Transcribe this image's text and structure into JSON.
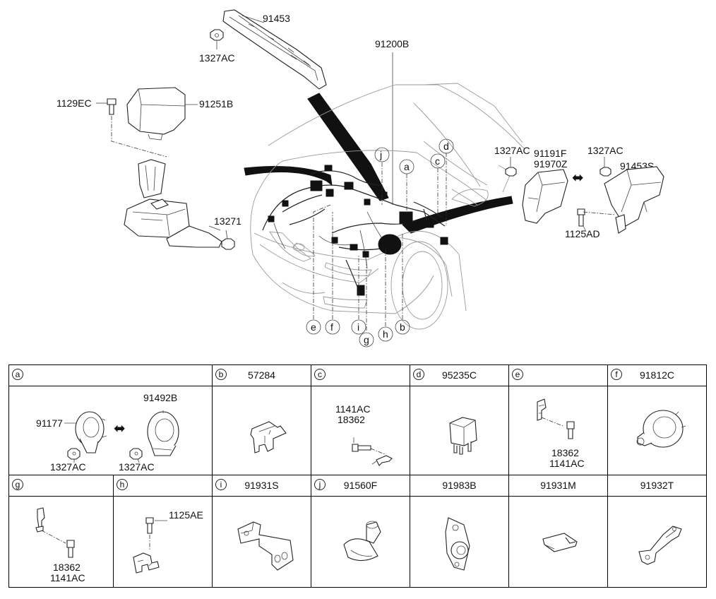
{
  "diagram": {
    "callouts": {
      "c91453": "91453",
      "c1327ac_top": "1327AC",
      "c91200b": "91200B",
      "c1129ec": "1129EC",
      "c91251b": "91251B",
      "c13271": "13271",
      "c1327ac_right1": "1327AC",
      "c91191f": "91191F",
      "c91970z": "91970Z",
      "c1327ac_right2": "1327AC",
      "c91453s": "91453S",
      "c1125ad": "1125AD"
    },
    "letters": {
      "top_j": "j",
      "top_a": "a",
      "top_c": "c",
      "top_d": "d",
      "bot_e": "e",
      "bot_f": "f",
      "bot_i": "i",
      "bot_g": "g",
      "bot_h": "h",
      "bot_b": "b"
    }
  },
  "parts_table": {
    "row1": [
      {
        "letter": "a",
        "code": ""
      },
      {
        "letter": "b",
        "code": "57284"
      },
      {
        "letter": "c",
        "code": ""
      },
      {
        "letter": "d",
        "code": "95235C"
      },
      {
        "letter": "e",
        "code": ""
      },
      {
        "letter": "f",
        "code": "91812C"
      }
    ],
    "row2": [
      {
        "letter": "g",
        "code": ""
      },
      {
        "letter": "h",
        "code": ""
      },
      {
        "letter": "i",
        "code": "91931S"
      },
      {
        "letter": "j",
        "code": "91560F"
      },
      {
        "letter": "",
        "code": "91983B"
      },
      {
        "letter": "",
        "code": "91931M"
      },
      {
        "letter": "",
        "code": "91932T"
      }
    ],
    "cell_labels": {
      "a_91177": "91177",
      "a_91492b": "91492B",
      "a_1327ac_left": "1327AC",
      "a_1327ac_right": "1327AC",
      "c_1141ac": "1141AC",
      "c_18362": "18362",
      "e_18362": "18362",
      "e_1141ac": "1141AC",
      "g_18362": "18362",
      "g_1141ac": "1141AC",
      "h_1125ae": "1125AE"
    }
  }
}
